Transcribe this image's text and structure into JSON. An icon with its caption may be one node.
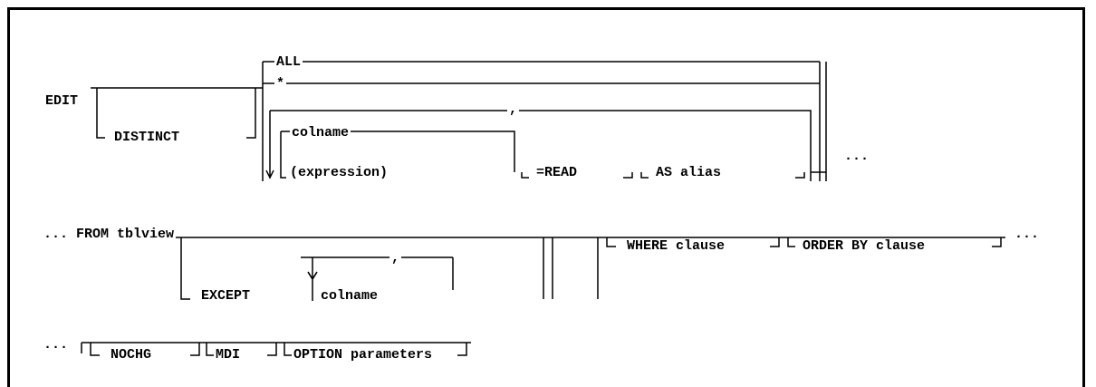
{
  "diagram": {
    "labels": [
      "EDIT",
      "ALL",
      "*",
      ",",
      "colname",
      "DISTINCT",
      "(expression)",
      "=READ",
      "AS alias",
      "...",
      "... FROM tblview",
      ",",
      "WHERE clause",
      "ORDER BY clause",
      "...",
      "EXCEPT",
      "colname",
      "...",
      "NOCHG",
      "MDI",
      "OPTION parameters"
    ]
  }
}
